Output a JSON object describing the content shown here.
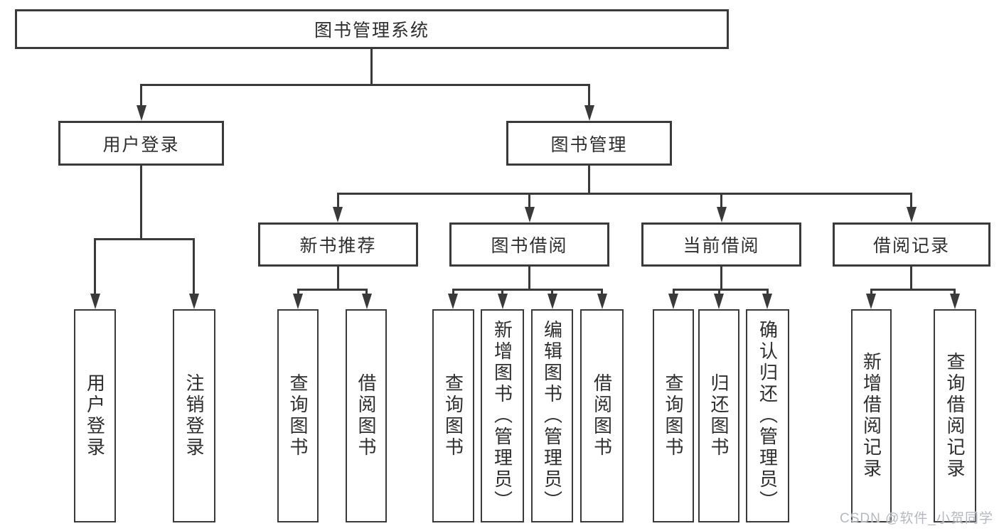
{
  "tree": {
    "root": {
      "label": "图书管理系统"
    },
    "branches": [
      {
        "label": "用户登录",
        "children": [
          {
            "label": "用户登录"
          },
          {
            "label": "注销登录"
          }
        ]
      },
      {
        "label": "图书管理",
        "children": [
          {
            "label": "新书推荐",
            "children": [
              {
                "label": "查询图书"
              },
              {
                "label": "借阅图书"
              }
            ]
          },
          {
            "label": "图书借阅",
            "children": [
              {
                "label": "查询图书"
              },
              {
                "label": "新增图书（管理员）"
              },
              {
                "label": "编辑图书（管理员）"
              },
              {
                "label": "借阅图书"
              }
            ]
          },
          {
            "label": "当前借阅",
            "children": [
              {
                "label": "查询图书"
              },
              {
                "label": "归还图书"
              },
              {
                "label": "确认归还（管理员）"
              }
            ]
          },
          {
            "label": "借阅记录",
            "children": [
              {
                "label": "新增借阅记录"
              },
              {
                "label": "查询借阅记录"
              }
            ]
          }
        ]
      }
    ]
  },
  "watermark": "CSDN @软件_小贺同学",
  "colors": {
    "line": "#3a3a3a",
    "text": "#2e2e2e",
    "watermark": "#b5b9bf",
    "background": "#ffffff"
  }
}
